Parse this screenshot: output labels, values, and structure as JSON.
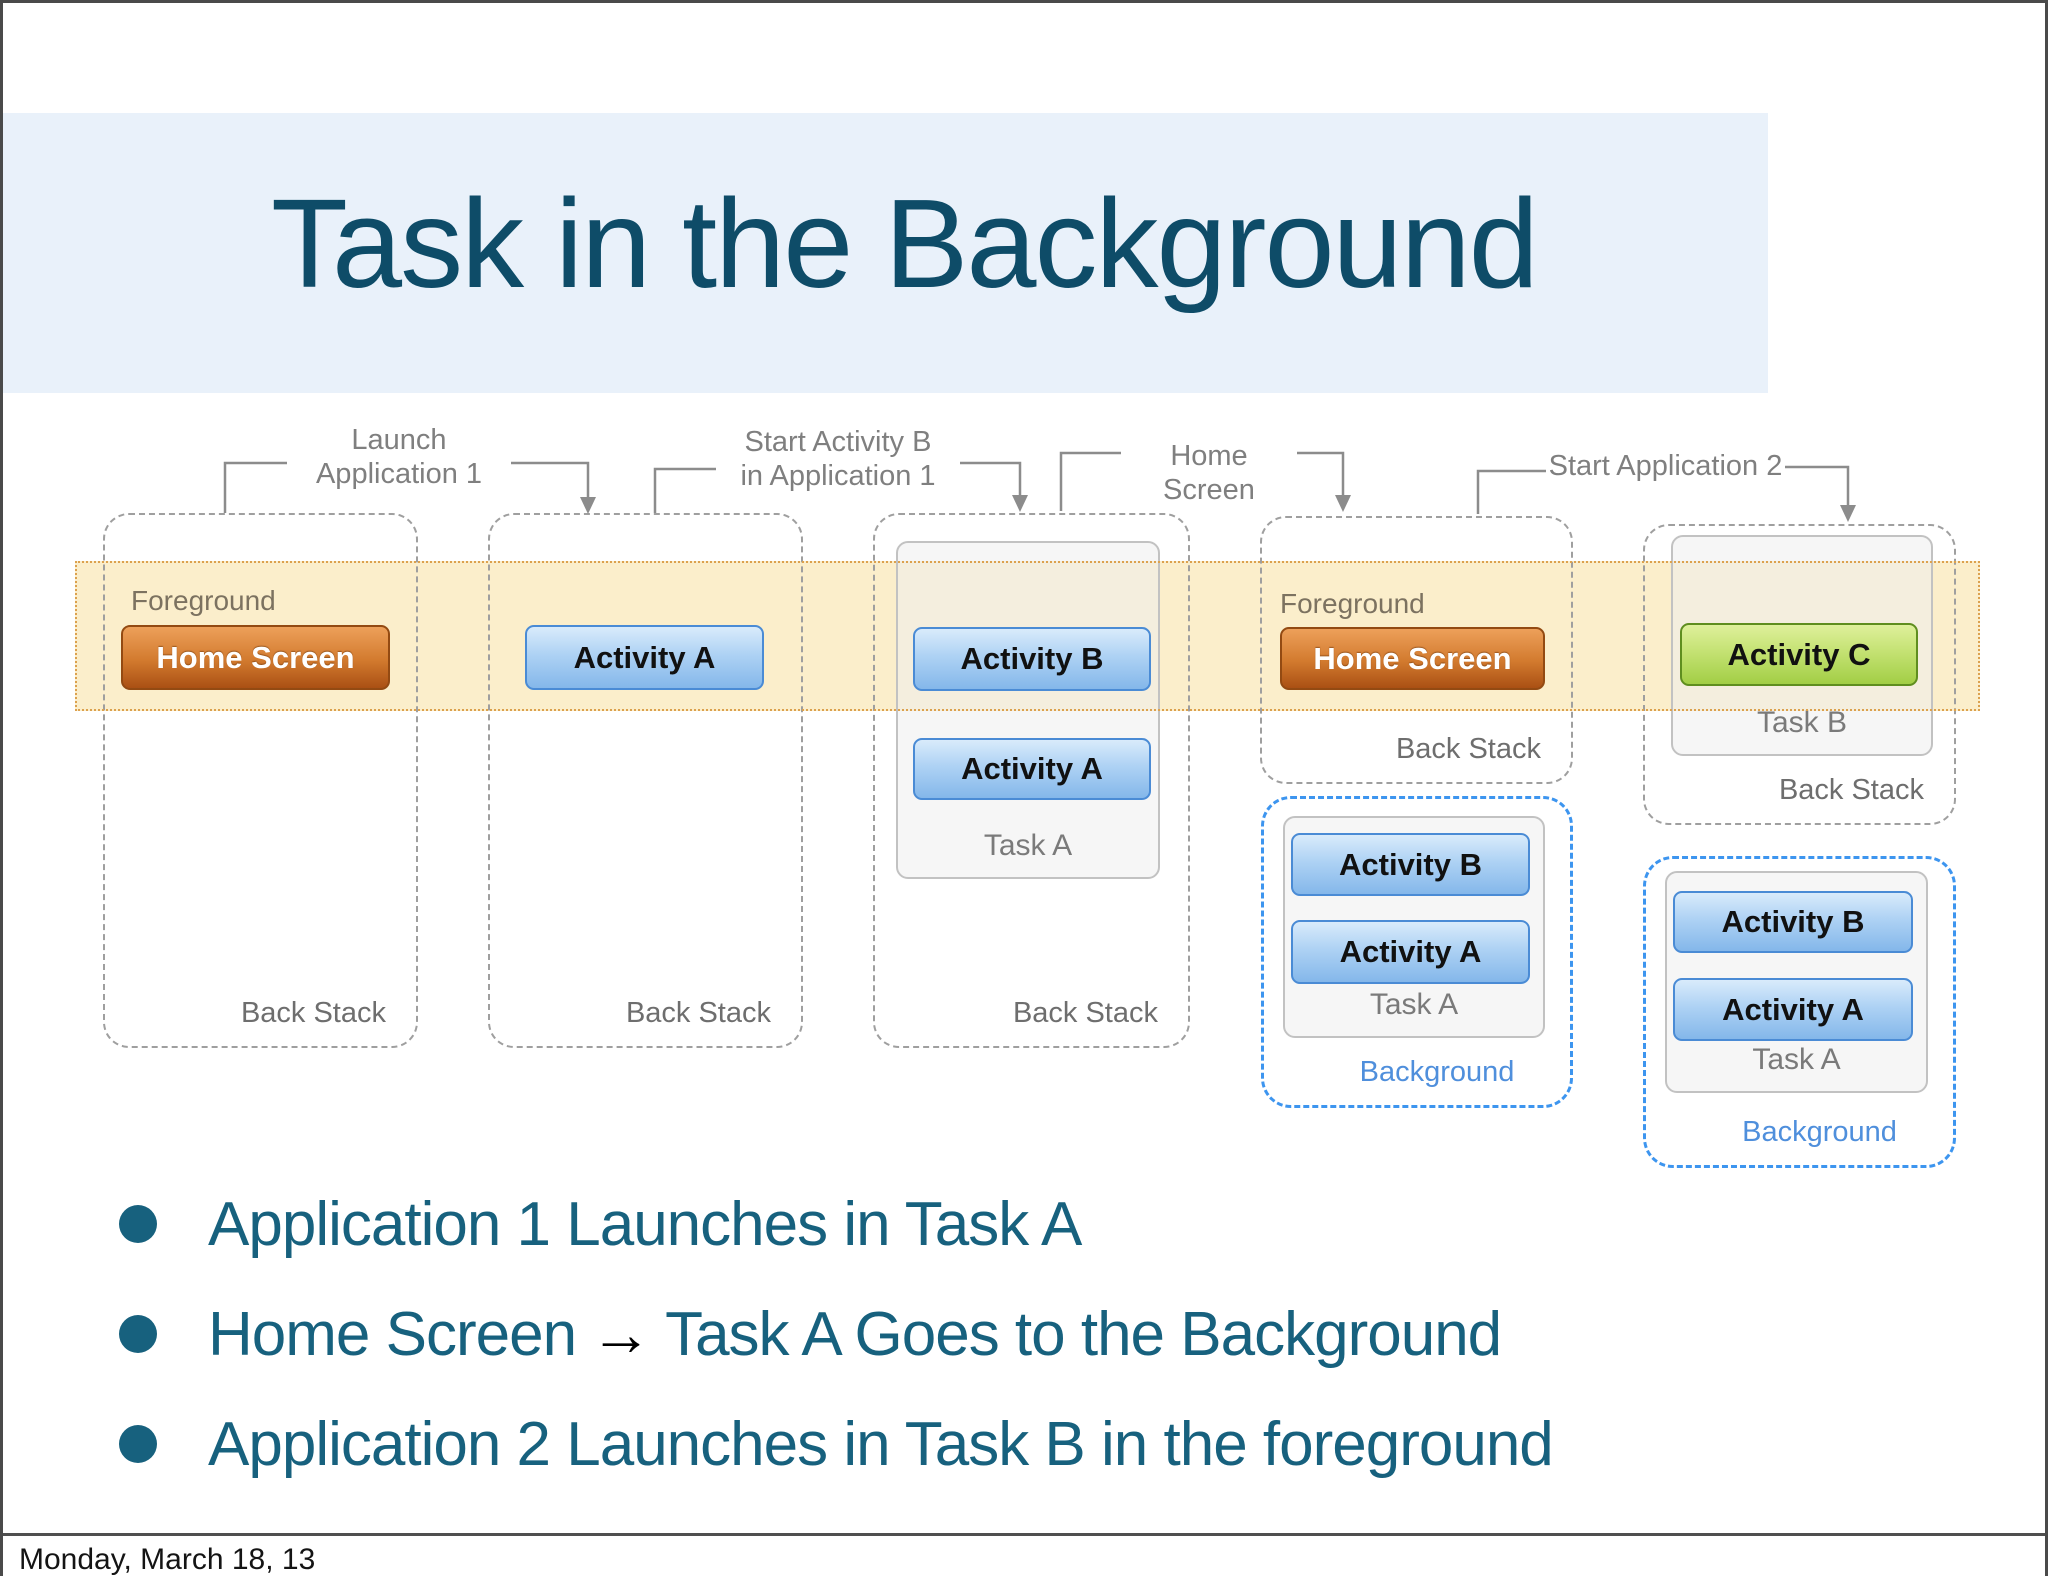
{
  "slide": {
    "title": "Task in the Background",
    "footer_date": "Monday, March 18, 13",
    "bullets": [
      {
        "text": "Application 1 Launches in Task A"
      },
      {
        "pre": "Home Screen",
        "arrow": "→",
        "post": "Task A Goes to the Background"
      },
      {
        "text": "Application 2 Launches in Task B in the foreground"
      }
    ]
  },
  "diagram": {
    "flow_labels": [
      {
        "line1": "Launch",
        "line2": "Application 1"
      },
      {
        "line1": "Start Activity B",
        "line2": "in Application 1"
      },
      {
        "line1": "Home Screen",
        "line2": ""
      },
      {
        "line1": "Start Application 2",
        "line2": ""
      }
    ],
    "stacks": [
      {
        "foreground_label": "Foreground",
        "button": "Home Screen",
        "caption": "Back Stack"
      },
      {
        "button": "Activity A",
        "caption": "Back Stack"
      },
      {
        "task_name": "Task A",
        "button_top": "Activity B",
        "button_bottom": "Activity A",
        "caption": "Back Stack"
      },
      {
        "foreground_label": "Foreground",
        "button": "Home Screen",
        "caption": "Back Stack",
        "background": {
          "task_name": "Task A",
          "button_top": "Activity B",
          "button_bottom": "Activity A",
          "caption": "Background"
        }
      },
      {
        "task_name": "Task B",
        "button": "Activity C",
        "caption": "Back Stack",
        "background": {
          "task_name": "Task A",
          "button_top": "Activity B",
          "button_bottom": "Activity A",
          "caption": "Background"
        }
      }
    ]
  },
  "colors": {
    "title_text": "#0e4c68",
    "title_band": "#e9f1fa",
    "bullet_text": "#17617e",
    "foreground_band": "#fbeecb",
    "foreground_band_border": "#dca14e",
    "home_button_orange": "#c2611f",
    "activity_button_blue": "#a9cdf2",
    "activity_button_green": "#b8dc62",
    "background_caption_blue": "#4f8fdc",
    "connector_gray": "#8c8c8c"
  }
}
